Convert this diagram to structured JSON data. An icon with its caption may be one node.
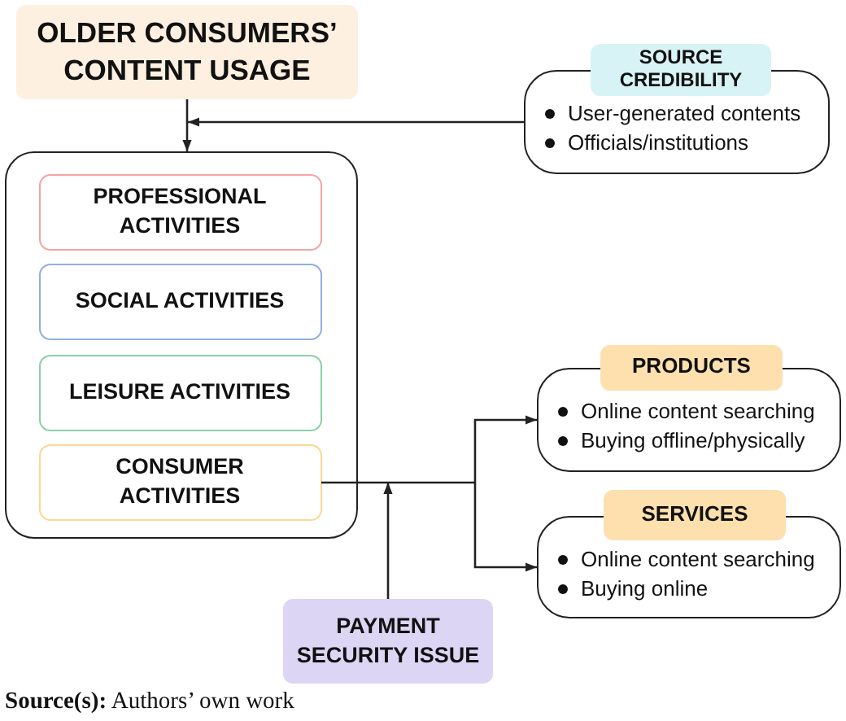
{
  "diagram": {
    "nodes": [
      {
        "text": [
          "OLDER CONSUMERS’ CONTENT USAGE"
        ]
      },
      {
        "text": [
          "SOURCE CREDIBILITY",
          "User-generated contents",
          "Officials/institutions"
        ]
      },
      {
        "text": [],
        "shape": "box"
      },
      {
        "text": [
          "PROFESSIONAL ACTIVITIES"
        ],
        "in": 2
      },
      {
        "text": [
          "SOCIAL ACTIVITIES"
        ],
        "in": 2
      },
      {
        "text": [
          "LEISURE ACTIVITIES"
        ],
        "in": 2
      },
      {
        "text": [
          "CONSUMER ACTIVITIES"
        ],
        "in": 2
      },
      {
        "text": [
          "PRODUCTS",
          "Online content searching",
          "Buying offline/physically"
        ]
      },
      {
        "text": [
          "SERVICES",
          "Online content searching",
          "Buying online"
        ]
      },
      {
        "text": [
          "PAYMENT SECURITY ISSUE"
        ]
      }
    ],
    "edges": [
      {
        "from": 0,
        "to": 2,
        "arrow": "to"
      },
      {
        "from": 1,
        "to": 0,
        "arrow": "to"
      },
      {
        "from": 6,
        "to": 7,
        "arrow": "to"
      },
      {
        "from": 6,
        "to": 8,
        "arrow": "to"
      },
      {
        "from": 9,
        "to": 7,
        "arrow": "to"
      },
      {
        "from": 9,
        "to": 8,
        "arrow": "to"
      }
    ],
    "caption": "**Source(s):** Authors’ own work"
  }
}
